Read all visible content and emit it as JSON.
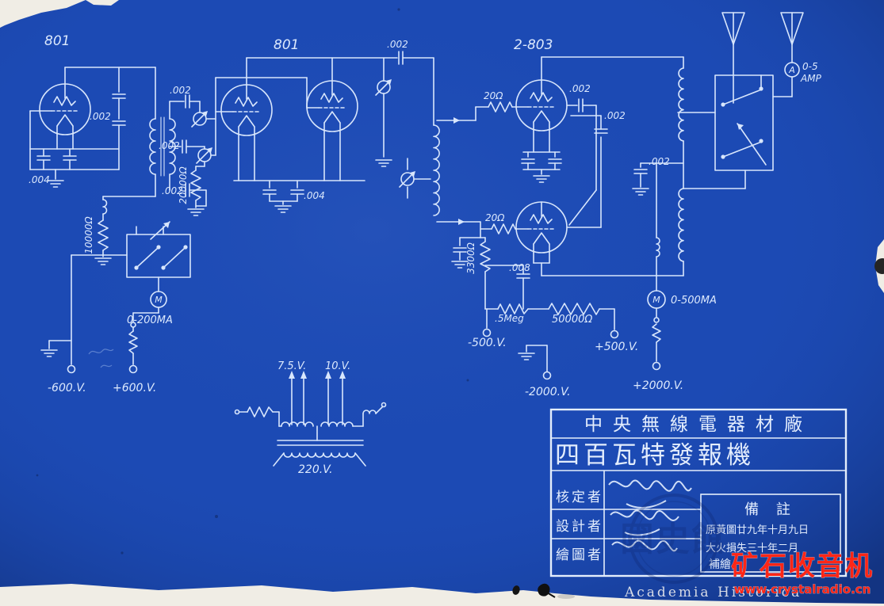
{
  "colors": {
    "paper_blue": "#1c4ab4",
    "ink": "#d8e6fc",
    "watermark_red": "#ff2616",
    "stamp_navy": "#0c2166"
  },
  "tubes": {
    "stage1": "801",
    "stage2": "801",
    "stage3": "2-803"
  },
  "capacitors": {
    "c002": ".002",
    "c004": ".004",
    "c008": ".008"
  },
  "resistors": {
    "r10000": "10000Ω",
    "r20000": "20000Ω",
    "r3300": "3300Ω",
    "r20": "20Ω",
    "r_half_meg": ".5Meg",
    "r50000": "50000Ω"
  },
  "meters": {
    "plate_meter_letter": "M",
    "plate_meter_range": "0-200MA",
    "pa_meter_letter": "M",
    "pa_meter_range": "0-500MA",
    "antenna_meter_letter": "A",
    "antenna_meter_range": "0-5",
    "antenna_meter_unit": "AMP"
  },
  "supply_terminals": {
    "neg600": "-600.V.",
    "pos600": "+600.V.",
    "neg500": "-500.V.",
    "pos500": "+500.V.",
    "neg2000": "-2000.V.",
    "pos2000": "+2000.V."
  },
  "filament_transformer": {
    "secondary1": "7.5.V.",
    "secondary2": "10.V.",
    "primary": "220.V."
  },
  "title_block": {
    "factory": "中央無線電器材廠",
    "device": "四百瓦特發報機",
    "approved_label": "核定者",
    "designed_label": "設計者",
    "drawn_label": "繪圖者",
    "notes_header": "備 註",
    "note_line1": "原黃圖廿九年十月九日",
    "note_line2": "大火損失三十年二月",
    "note_line3": "補繪"
  },
  "watermarks": {
    "site_name": "矿石收音机",
    "site_url": "www.crystalradio.cn",
    "archive_caption": "Academia Historica",
    "archive_stamp": "國史館"
  }
}
